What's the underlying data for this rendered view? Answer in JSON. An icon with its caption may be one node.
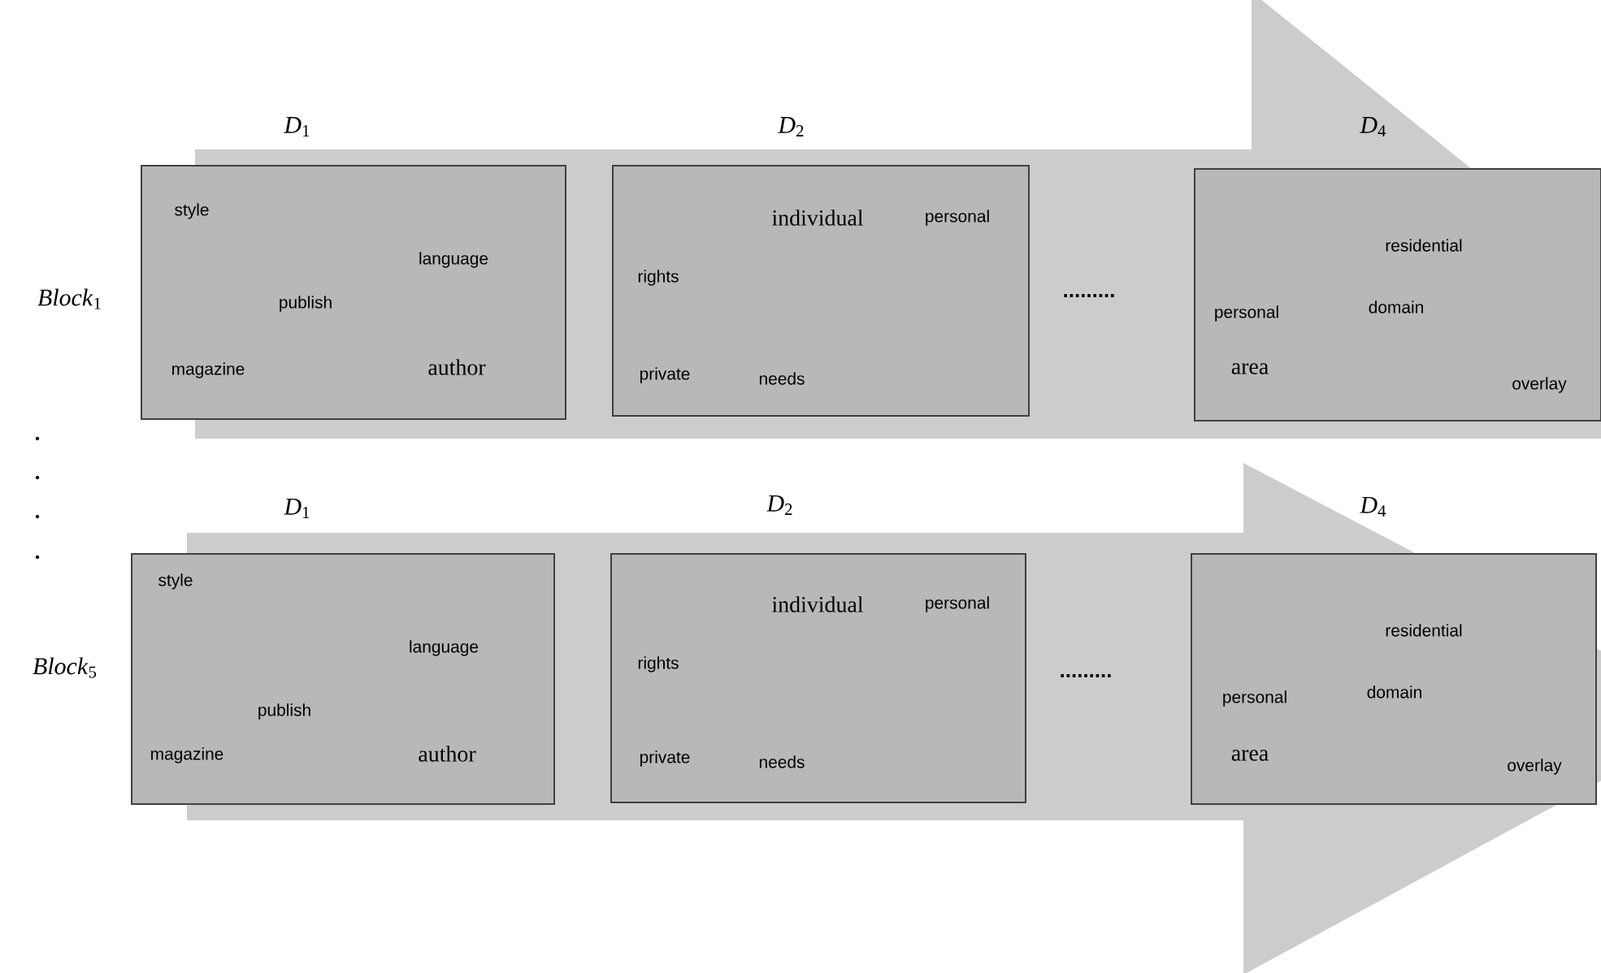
{
  "diagram": {
    "nodes": [
      {
        "text": [
          "*D*$_{1}$",
          "style",
          "language",
          "publish",
          "magazine",
          "author"
        ]
      },
      {
        "text": [
          "*D*$_{2}$",
          "individual",
          "personal",
          "rights",
          "private",
          "needs"
        ]
      },
      {
        "text": [
          "*D*$_{4}$",
          "residential",
          "personal",
          "domain",
          "area",
          "overlay"
        ]
      },
      {
        "text": [
          "*D*$_{1}$",
          "style",
          "language",
          "publish",
          "magazine",
          "author"
        ]
      },
      {
        "text": [
          "*D*$_{2}$",
          "individual",
          "personal",
          "rights",
          "private",
          "needs"
        ]
      },
      {
        "text": [
          "*D*$_{4}$",
          "residential",
          "personal",
          "domain",
          "area",
          "overlay"
        ]
      }
    ],
    "labels": [
      "*Block*$_{1}$",
      ".........",
      "*Block*$_{5}$",
      "........."
    ]
  }
}
